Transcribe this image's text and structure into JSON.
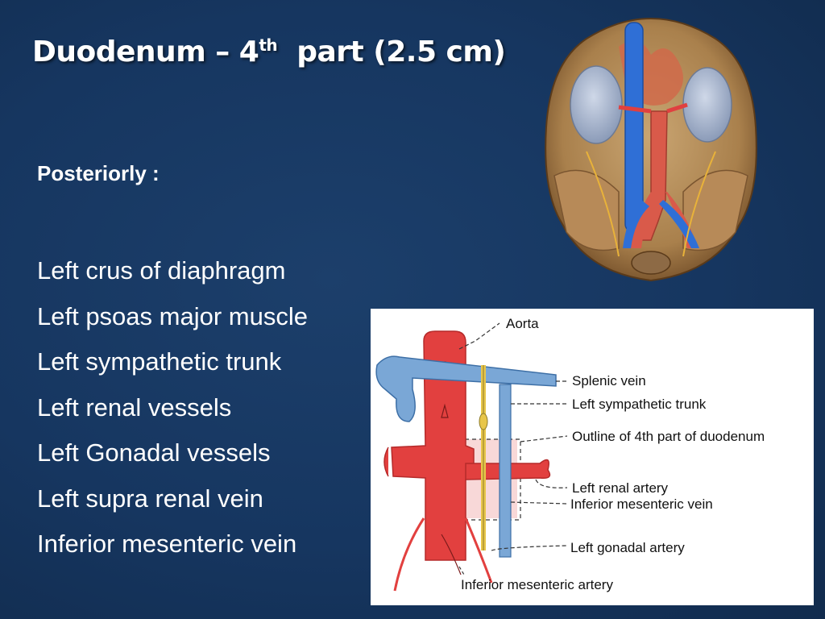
{
  "slide": {
    "title_main": "Duodenum – 4",
    "title_sup": "th",
    "title_rest": "part (2.5 cm)",
    "subheading": "Posteriorly :",
    "items": [
      "Left crus of diaphragm",
      "Left psoas major muscle",
      "Left sympathetic trunk",
      "Left renal vessels",
      "Left Gonadal vessels",
      "Left supra renal vein",
      "Inferior mesenteric vein"
    ]
  },
  "diagram": {
    "labels": {
      "aorta": "Aorta",
      "splenic_vein": "Splenic vein",
      "sympathetic_trunk": "Left sympathetic trunk",
      "duodenum_outline": "Outline of 4th part of duodenum",
      "renal_artery": "Left renal artery",
      "ima_vein": "Inferior mesenteric vein",
      "gonadal_artery": "Left gonadal artery",
      "ima_artery": "Inferior mesenteric artery"
    }
  },
  "colors": {
    "background": "#17365d",
    "artery_red": "#e2403f",
    "vein_blue": "#7aa7d6"
  }
}
